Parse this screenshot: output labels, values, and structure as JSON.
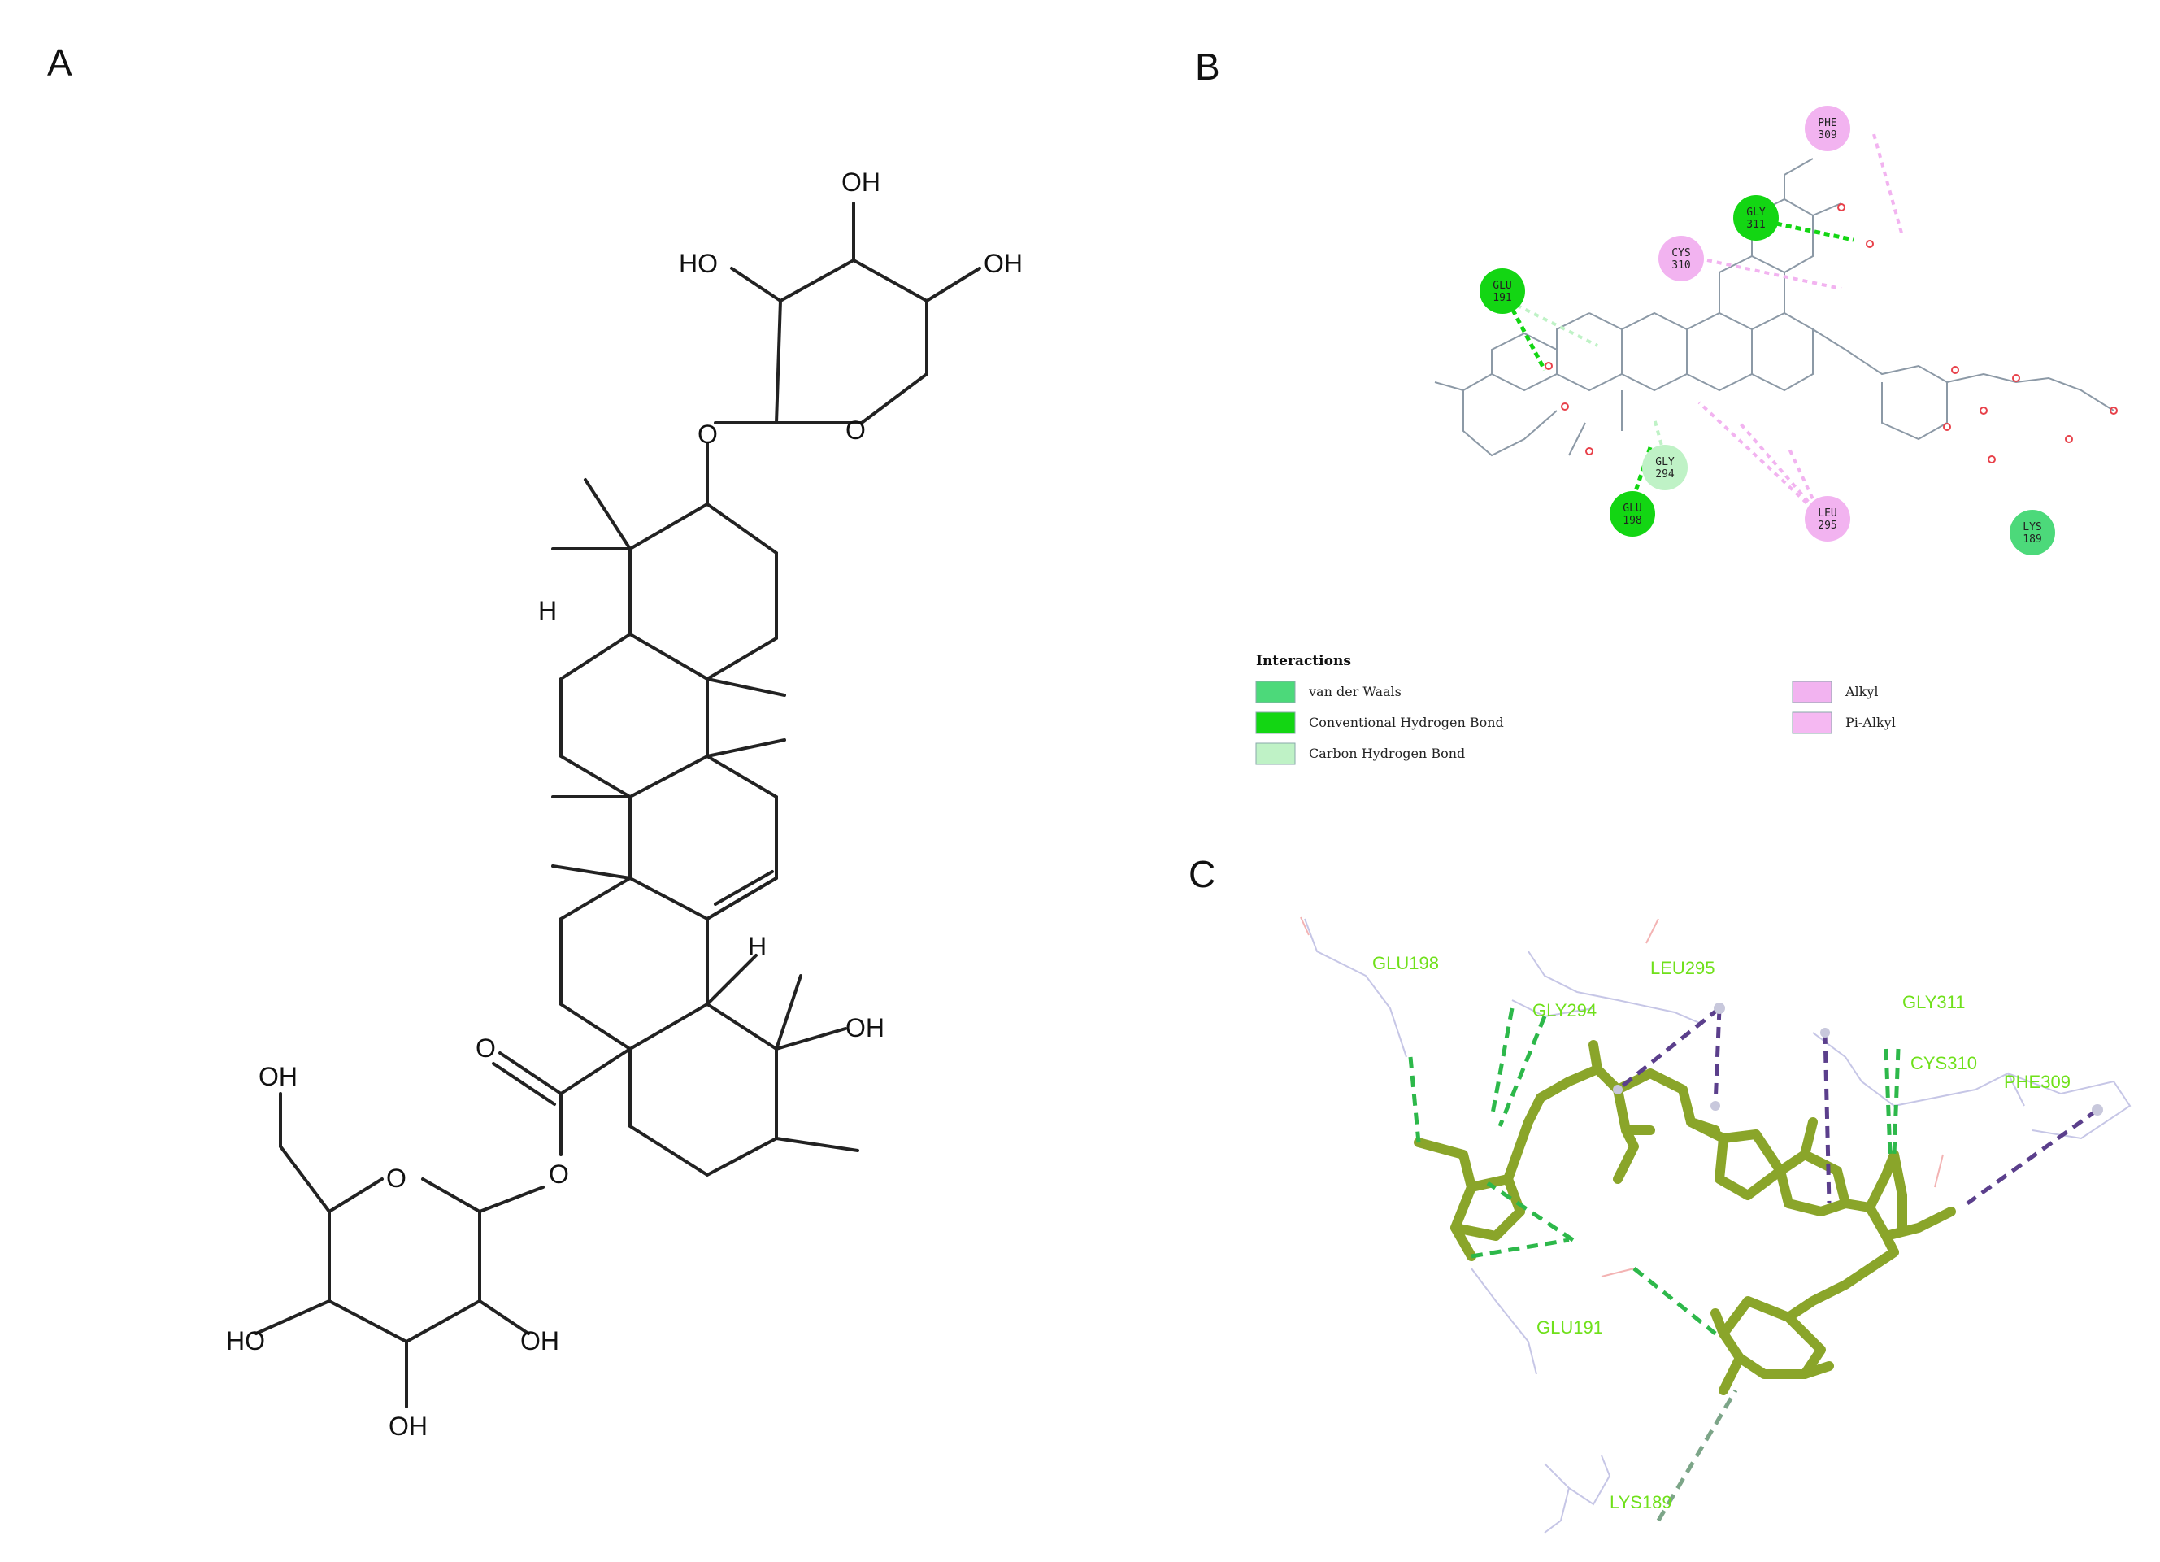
{
  "panels": {
    "a": "A",
    "b": "B",
    "c": "C"
  },
  "panel_a": {
    "labels": [
      "OH",
      "HO",
      "OH",
      "O",
      "O",
      "H",
      "OH",
      "O",
      "O",
      "OH",
      "O",
      "HO",
      "OH",
      "OH",
      "H"
    ]
  },
  "panel_b": {
    "residues": [
      {
        "name": "PHE",
        "num": "309",
        "type": "pi-alkyl"
      },
      {
        "name": "GLY",
        "num": "311",
        "type": "hbond"
      },
      {
        "name": "CYS",
        "num": "310",
        "type": "pi-alkyl"
      },
      {
        "name": "GLU",
        "num": "191",
        "type": "hbond"
      },
      {
        "name": "GLY",
        "num": "294",
        "type": "vdw"
      },
      {
        "name": "GLU",
        "num": "198",
        "type": "hbond"
      },
      {
        "name": "LEU",
        "num": "295",
        "type": "pi-alkyl"
      },
      {
        "name": "LYS",
        "num": "189",
        "type": "vdw"
      }
    ],
    "legend": {
      "title": "Interactions",
      "items": [
        {
          "label": "van der Waals",
          "color": "#4cd97a"
        },
        {
          "label": "Conventional Hydrogen Bond",
          "color": "#13d613"
        },
        {
          "label": "Carbon Hydrogen Bond",
          "color": "#bff2c6"
        },
        {
          "label": "Alkyl",
          "color": "#f2b3f0"
        },
        {
          "label": "Pi-Alkyl",
          "color": "#f5b8f2"
        }
      ]
    }
  },
  "panel_c": {
    "labels": [
      "GLU198",
      "LEU295",
      "GLY294",
      "GLY311",
      "CYS310",
      "PHE309",
      "GLU191",
      "LYS189"
    ]
  },
  "colors": {
    "ligand_stick": "#8aa52a",
    "hbond_dash": "#2db84a",
    "alkyl_dash": "#5b3f8c",
    "label_green": "#6fe01a"
  }
}
